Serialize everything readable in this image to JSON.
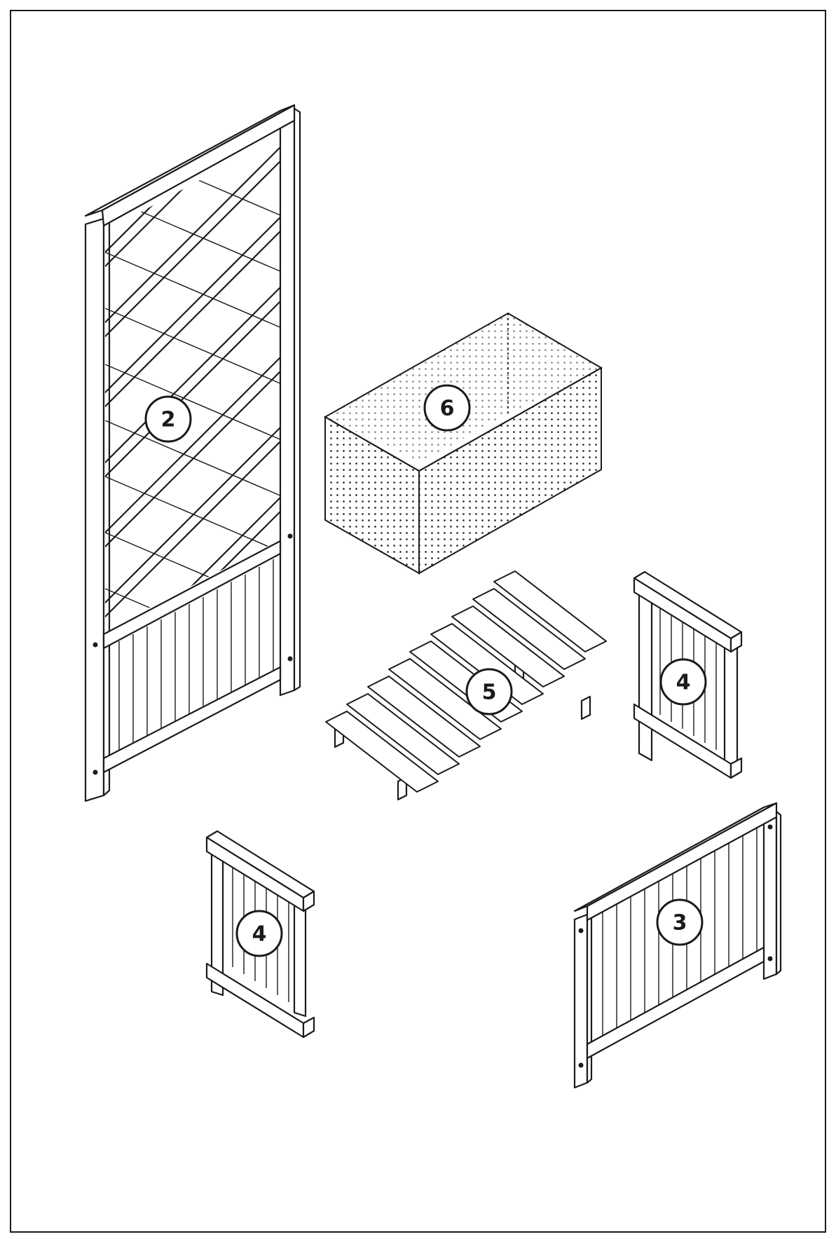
{
  "parts": [
    {
      "id": "trellis-panel",
      "label": "2"
    },
    {
      "id": "mesh-liner",
      "label": "6"
    },
    {
      "id": "base-grid",
      "label": "5"
    },
    {
      "id": "side-panel-right",
      "label": "4"
    },
    {
      "id": "side-panel-left",
      "label": "4"
    },
    {
      "id": "front-panel",
      "label": "3"
    }
  ],
  "colors": {
    "line": "#1a1a1a",
    "paper": "#ffffff"
  }
}
